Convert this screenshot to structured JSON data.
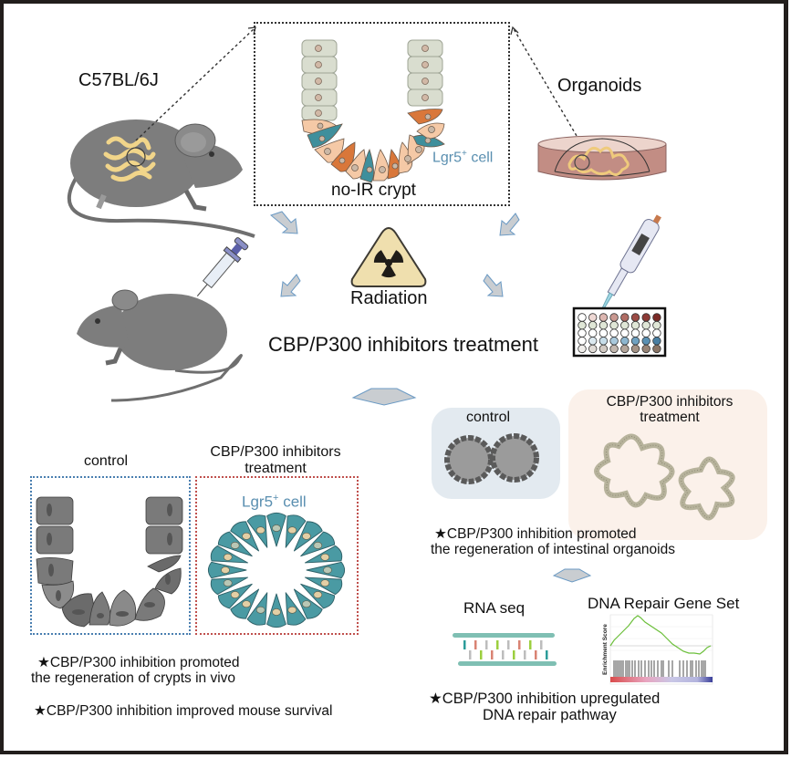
{
  "figure": {
    "top": {
      "mouse_label": "C57BL/6J",
      "organoids_label": "Organoids",
      "crypt_caption": "no-IR crypt",
      "crypt_cell_label_prefix": "Lgr5",
      "crypt_cell_label_sup": "+",
      "crypt_cell_label_suffix": " cell"
    },
    "middle": {
      "radiation_label": "Radiation",
      "treatment_label": "CBP/P300 inhibitors treatment"
    },
    "in_vivo": {
      "control_label": "control",
      "treatment_label_line1": "CBP/P300 inhibitors",
      "treatment_label_line2": "treatment",
      "cell_label_prefix": "Lgr5",
      "cell_label_sup": "+",
      "cell_label_suffix": " cell",
      "finding1_line1": "★CBP/P300 inhibition promoted",
      "finding1_line2": "the regeneration of crypts in vivo",
      "finding2": "★CBP/P300 inhibition improved mouse survival"
    },
    "organoid_results": {
      "control_label": "control",
      "treatment_label_line1": "CBP/P300 inhibitors",
      "treatment_label_line2": "treatment",
      "finding_line1": "★CBP/P300 inhibition promoted",
      "finding_line2": "the regeneration of intestinal organoids"
    },
    "sequencing": {
      "rna_label": "RNA seq",
      "gsea_title": "DNA Repair Gene Set",
      "gsea_ylabel": "Enrichment Score",
      "finding_line1": "★CBP/P300 inhibition upregulated",
      "finding_line2": "DNA repair pathway"
    },
    "colors": {
      "frame": "#221e1c",
      "lgr5_teal": "#3f8f9c",
      "lgr5_text": "#5a8fb0",
      "paneth_orange": "#d9773a",
      "crypt_peach": "#f5c9a6",
      "villus_green": "#d9ddcf",
      "mouse_gray": "#7a7a7a",
      "arrow_gray": "#c9cdd1",
      "arrow_edge": "#6b9ac4",
      "control_box": "#4a7fb0",
      "treatment_box": "#c0504d",
      "gsea_line": "#6bbf3a"
    }
  }
}
